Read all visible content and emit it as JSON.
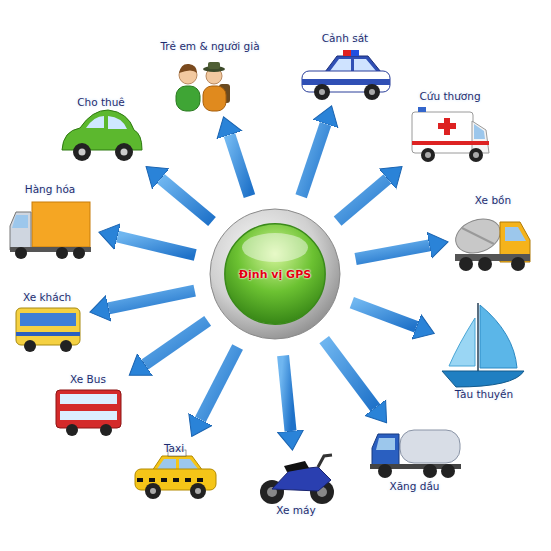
{
  "diagram": {
    "nodes": [
      {
        "text": [
          "Định vị GPS"
        ]
      },
      {
        "text": [
          "Trẻ em & người già"
        ]
      },
      {
        "text": [
          "Cảnh sát"
        ]
      },
      {
        "text": [
          "Cứu thương"
        ]
      },
      {
        "text": [
          "Xe bồn"
        ]
      },
      {
        "text": [
          "Tàu thuyền"
        ]
      },
      {
        "text": [
          "Xăng dầu"
        ]
      },
      {
        "text": [
          "Xe máy"
        ]
      },
      {
        "text": [
          "Taxi"
        ]
      },
      {
        "text": [
          "Xe Bus"
        ]
      },
      {
        "text": [
          "Xe khách"
        ]
      },
      {
        "text": [
          "Hàng hóa"
        ]
      },
      {
        "text": [
          "Cho thuê"
        ]
      }
    ],
    "edges": [
      {
        "from": 0,
        "to": 1,
        "arrow": "to"
      },
      {
        "from": 0,
        "to": 2,
        "arrow": "to"
      },
      {
        "from": 0,
        "to": 3,
        "arrow": "to"
      },
      {
        "from": 0,
        "to": 4,
        "arrow": "to"
      },
      {
        "from": 0,
        "to": 5,
        "arrow": "to"
      },
      {
        "from": 0,
        "to": 6,
        "arrow": "to"
      },
      {
        "from": 0,
        "to": 7,
        "arrow": "to"
      },
      {
        "from": 0,
        "to": 8,
        "arrow": "to"
      },
      {
        "from": 0,
        "to": 9,
        "arrow": "to"
      },
      {
        "from": 0,
        "to": 10,
        "arrow": "to"
      },
      {
        "from": 0,
        "to": 11,
        "arrow": "to"
      },
      {
        "from": 0,
        "to": 12,
        "arrow": "to"
      }
    ]
  }
}
